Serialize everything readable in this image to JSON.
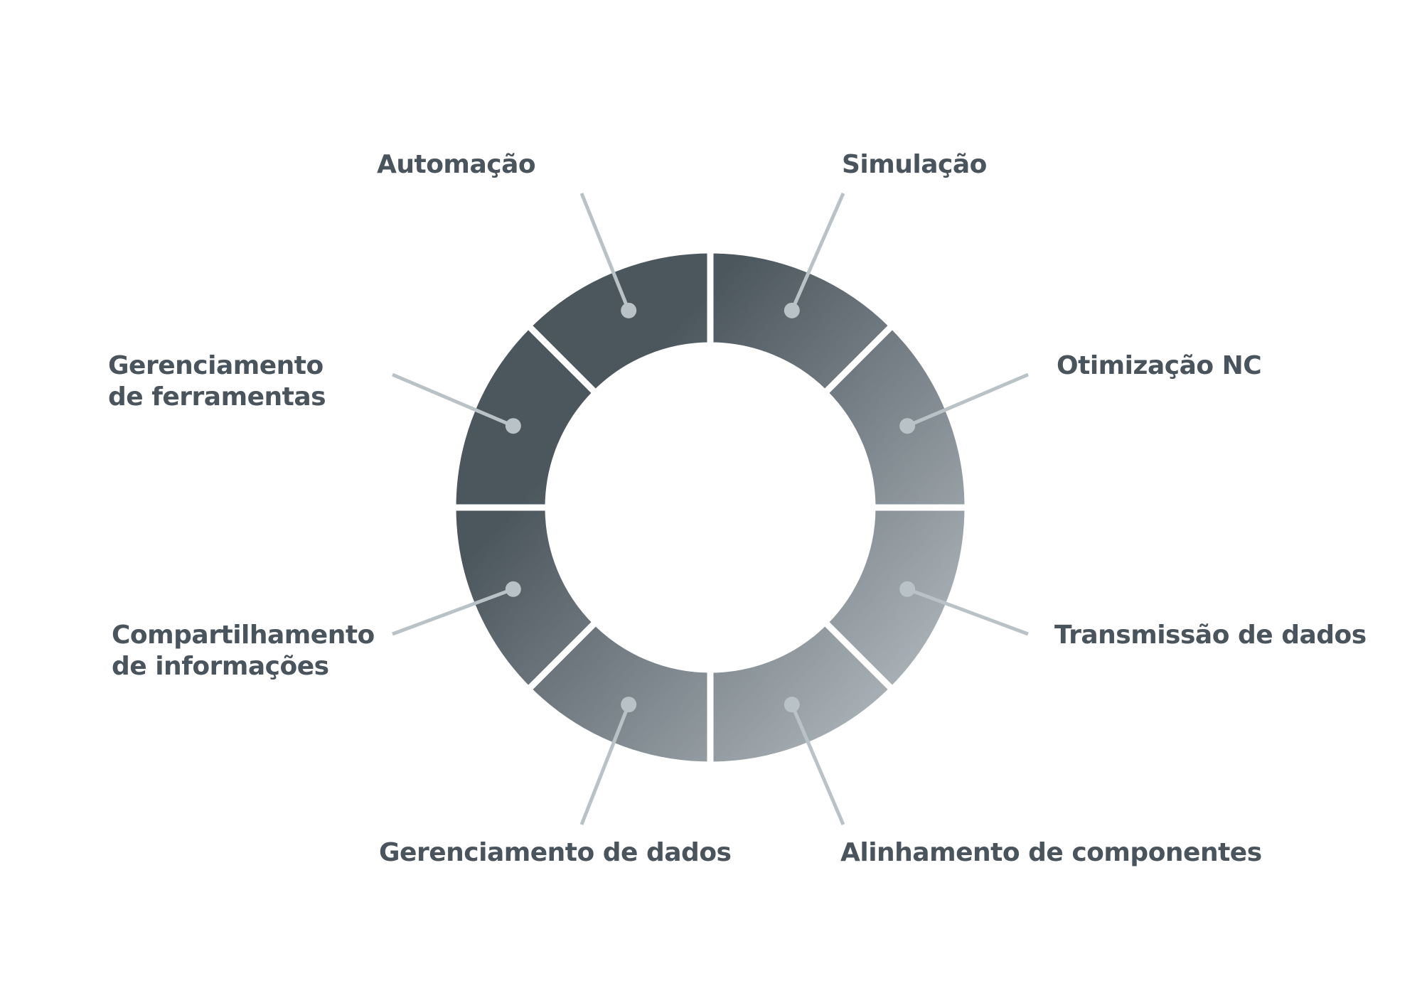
{
  "colors": {
    "segment_dark": "#4c565d",
    "segment_light": "#b9c1c6",
    "leader": "#b9c2c7",
    "gap": "#ffffff",
    "text": "#4a545c"
  },
  "segments": [
    {
      "id": "simulacao",
      "lines": [
        "Simulação"
      ]
    },
    {
      "id": "otimizacao-nc",
      "lines": [
        "Otimização NC"
      ]
    },
    {
      "id": "transmissao-de-dados",
      "lines": [
        "Transmissão de dados"
      ]
    },
    {
      "id": "alinhamento-de-componentes",
      "lines": [
        "Alinhamento de componentes"
      ]
    },
    {
      "id": "gerenciamento-de-dados",
      "lines": [
        "Gerenciamento de dados"
      ]
    },
    {
      "id": "compartilhamento-de-informacoes",
      "lines": [
        "Compartilhamento",
        "de informações"
      ]
    },
    {
      "id": "gerenciamento-de-ferramentas",
      "lines": [
        "Gerenciamento",
        "de ferramentas"
      ]
    },
    {
      "id": "automacao",
      "lines": [
        "Automação"
      ]
    }
  ]
}
